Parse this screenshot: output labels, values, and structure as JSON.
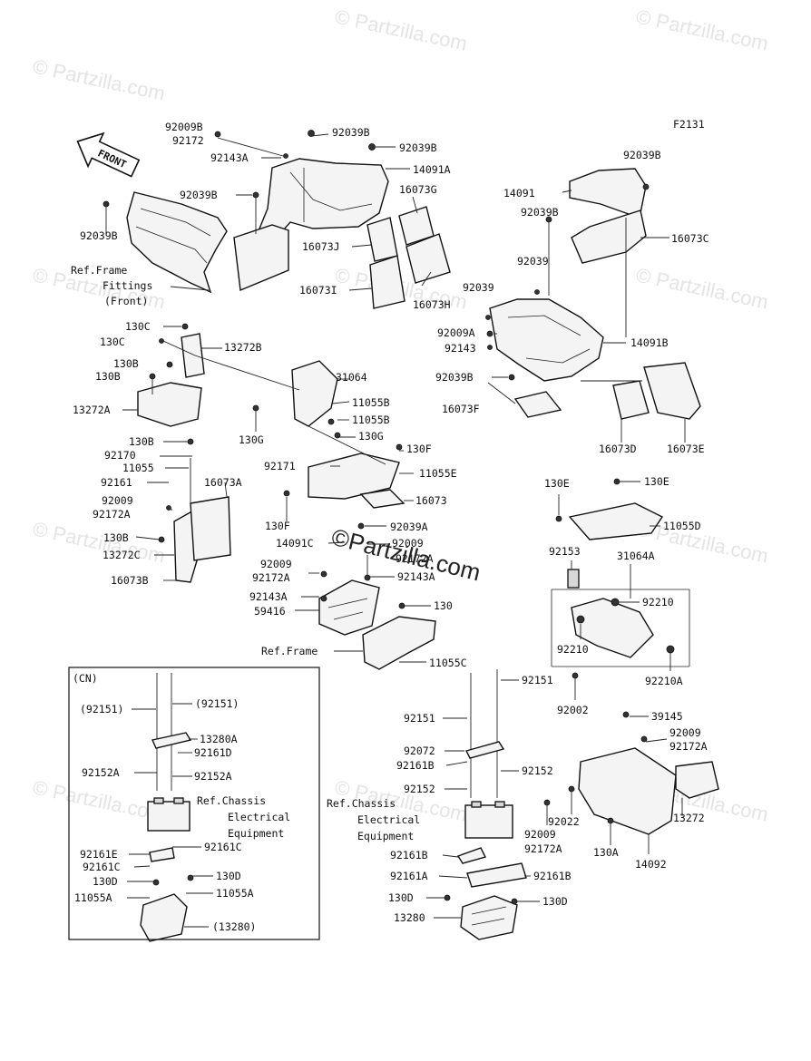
{
  "figure_code": "F2131",
  "watermark": {
    "text": "© Partzilla.com",
    "center_text": "©Partzilla.com"
  },
  "cn_box": {
    "title": "(CN)"
  },
  "labels": {
    "l01": "92009B",
    "l02": "92172",
    "l03": "92039B",
    "l04": "92039B",
    "l05": "92143A",
    "l06": "14091A",
    "l07": "92039B",
    "l08": "16073G",
    "l09": "92039B",
    "l10": "16073J",
    "l11": "Ref.Frame",
    "l12": "Fittings",
    "l13": "(Front)",
    "l14": "16073I",
    "l15": "16073H",
    "l16": "92039B",
    "l17": "14091",
    "l18": "92039B",
    "l19": "16073C",
    "l20": "92039",
    "l21": "92039",
    "l22": "92009A",
    "l23": "92143",
    "l24": "14091B",
    "l25": "92039B",
    "l26": "16073F",
    "l27": "16073D",
    "l28": "16073E",
    "l29": "130C",
    "l30": "130C",
    "l31": "13272B",
    "l32": "130B",
    "l33": "130B",
    "l34": "31064",
    "l35": "13272A",
    "l36": "11055B",
    "l37": "11055B",
    "l38": "130G",
    "l39": "130G",
    "l40": "130B",
    "l41": "130F",
    "l42": "92170",
    "l43": "11055",
    "l44": "92171",
    "l45": "11055E",
    "l46": "92161",
    "l47": "16073A",
    "l48": "16073",
    "l49": "92009",
    "l50": "92172A",
    "l51": "130F",
    "l52": "92039A",
    "l53": "130B",
    "l54": "14091C",
    "l55": "92009",
    "l56": "13272C",
    "l57": "92172A",
    "l58": "16073B",
    "l59": "92009",
    "l60": "92143A",
    "l61": "92172A",
    "l62": "92143A",
    "l63": "130",
    "l64": "59416",
    "l65": "Ref.Frame",
    "l66": "11055C",
    "l67": "130E",
    "l68": "130E",
    "l69": "11055D",
    "l70": "92153",
    "l71": "31064A",
    "l72": "92210",
    "l73": "92210",
    "l74": "92210A",
    "l75": "92002",
    "l76": "92151",
    "l77": "(92151)",
    "l78": "(92151)",
    "l79": "13280A",
    "l80": "92161D",
    "l81": "92151",
    "l82": "92152A",
    "l83": "92152A",
    "l84": "Ref.Chassis",
    "l85": "Electrical",
    "l86": "Equipment",
    "l87": "92072",
    "l88": "92161B",
    "l89": "92152",
    "l90": "92152",
    "l91": "Ref.Chassis",
    "l92": "Electrical",
    "l93": "Equipment",
    "l94": "39145",
    "l95": "92009",
    "l96": "92172A",
    "l97": "92161E",
    "l98": "92161C",
    "l99": "92161C",
    "l100": "130D",
    "l101": "130D",
    "l102": "11055A",
    "l103": "11055A",
    "l104": "(13280)",
    "l105": "92161B",
    "l106": "92161A",
    "l107": "92161B",
    "l108": "130D",
    "l109": "130D",
    "l110": "13280",
    "l111": "13272",
    "l112": "92022",
    "l113": "92009",
    "l114": "92172A",
    "l115": "130A",
    "l116": "14092"
  },
  "front_arrow": {
    "text": "FRONT"
  },
  "colors": {
    "line": "#111111",
    "watermark": "#e4e4e4"
  }
}
